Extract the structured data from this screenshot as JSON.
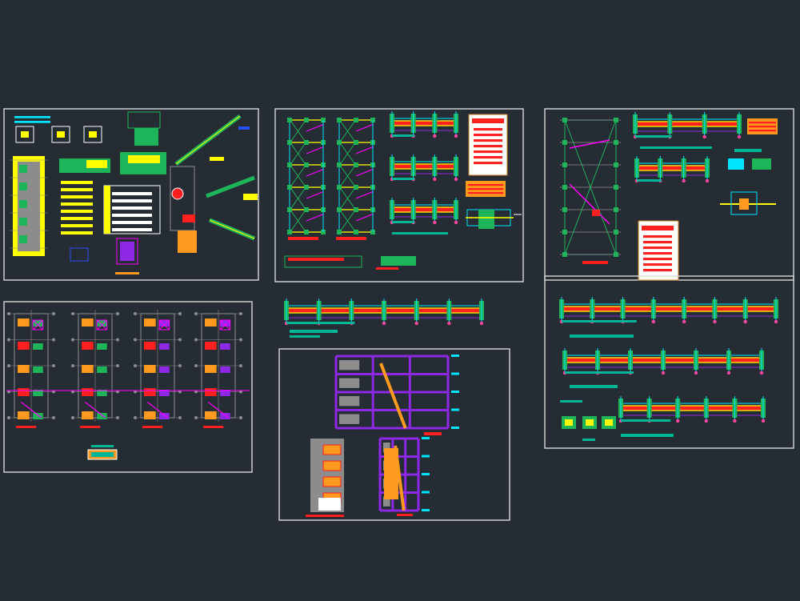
{
  "drawing": {
    "background": "#262c33",
    "sheet_border_color": "#d8d8d8",
    "palette": {
      "cyan": "#00e5ff",
      "yellow": "#ffff00",
      "red": "#ff2020",
      "green": "#1eb45a",
      "magenta": "#ff00ff",
      "purple": "#8c28e6",
      "orange": "#ff9a1e",
      "white": "#ffffff",
      "teal": "#00b496",
      "blue": "#2850ff",
      "gray": "#8c8c8c",
      "pink": "#ff46a0"
    },
    "sheets": [
      {
        "id": "architecture-sheet",
        "content": "plan-details"
      },
      {
        "id": "structure-plan-sheet",
        "content": "floor-framing-and-beams"
      },
      {
        "id": "roof-structure-sheet",
        "content": "roof-framing-and-beams"
      },
      {
        "id": "floor-plans-sheet",
        "content": "four-floor-plans"
      },
      {
        "id": "sections-sheet",
        "content": "building-sections"
      },
      {
        "id": "beams-sheet",
        "content": "beam-elevations"
      }
    ]
  }
}
